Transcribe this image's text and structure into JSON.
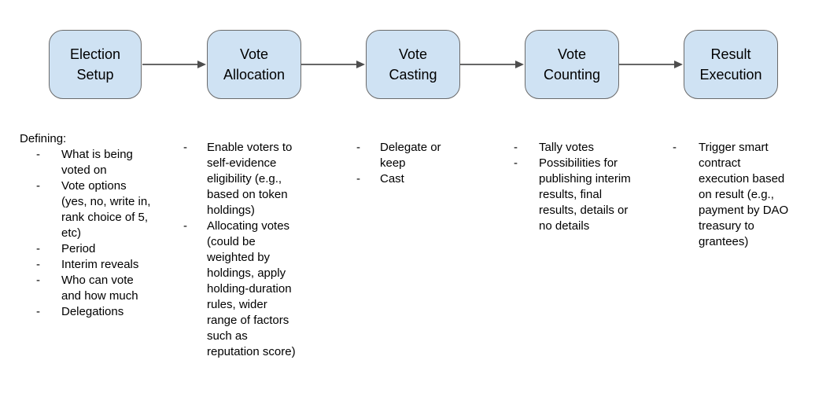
{
  "diagram": {
    "bullet": "-",
    "colors": {
      "box_fill": "#cfe2f3",
      "box_border": "#6a6a6a",
      "arrow": "#666666",
      "text": "#000000",
      "background": "#ffffff"
    },
    "stages": [
      {
        "label": "Election\nSetup",
        "details_heading": "Defining:",
        "details": [
          "What is being voted on",
          "Vote options (yes, no, write in, rank choice of 5, etc)",
          "Period",
          "Interim reveals",
          "Who can vote and how much",
          "Delegations"
        ]
      },
      {
        "label": "Vote\nAllocation",
        "details": [
          "Enable voters to self-evidence eligibility (e.g., based on token holdings)",
          "Allocating votes (could be weighted by holdings, apply holding-duration rules, wider range of factors such as reputation score)"
        ]
      },
      {
        "label": "Vote\nCasting",
        "details": [
          "Delegate or keep",
          "Cast"
        ]
      },
      {
        "label": "Vote\nCounting",
        "details": [
          "Tally votes",
          "Possibilities for publishing interim results, final results, details or no details"
        ]
      },
      {
        "label": "Result\nExecution",
        "details": [
          "Trigger smart contract execution based on result (e.g., payment by DAO treasury to grantees)"
        ]
      }
    ]
  }
}
